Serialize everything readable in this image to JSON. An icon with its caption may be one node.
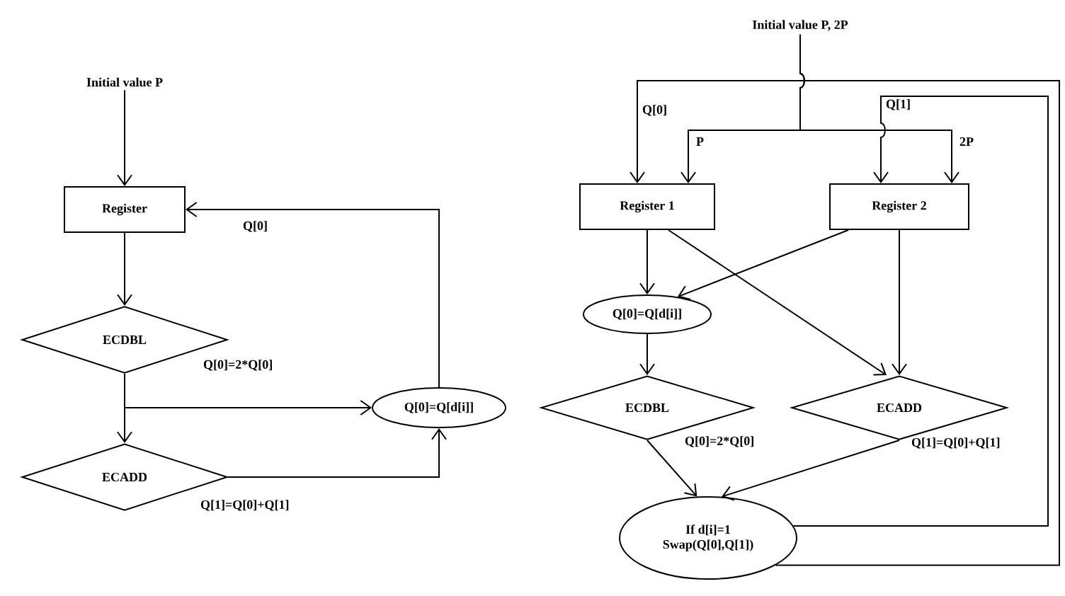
{
  "diagram": {
    "nodes": [
      {
        "text": [
          "Initial value P"
        ]
      },
      {
        "text": [
          "Register"
        ]
      },
      {
        "text": [
          "ECDBL"
        ],
        "beside": [
          "Q[0]=2*Q[0]"
        ]
      },
      {
        "text": [
          "ECADD"
        ],
        "beside": [
          "Q[1]=Q[0]+Q[1]"
        ]
      },
      {
        "text": [
          "Q[0]=Q[d[i]]"
        ]
      },
      {
        "text": [
          "Initial value P, 2P"
        ]
      },
      {
        "text": [
          "Register 1"
        ]
      },
      {
        "text": [
          "Register 2"
        ]
      },
      {
        "text": [
          "Q[0]=Q[d[i]]"
        ]
      },
      {
        "text": [
          "ECDBL"
        ],
        "beside": [
          "Q[0]=2*Q[0]"
        ]
      },
      {
        "text": [
          "ECADD"
        ],
        "beside": [
          "Q[1]=Q[0]+Q[1]"
        ]
      },
      {
        "text": [
          "If d[i]=1",
          "Swap(Q[0],Q[1])"
        ]
      }
    ],
    "edges": [
      {
        "from": 0,
        "to": 1,
        "arrow": "to"
      },
      {
        "from": 1,
        "to": 2,
        "arrow": "to"
      },
      {
        "from": 2,
        "to": 3,
        "arrow": "to"
      },
      {
        "from": 2,
        "to": 4,
        "arrow": "to"
      },
      {
        "from": 3,
        "to": 4,
        "arrow": "to"
      },
      {
        "from": 4,
        "to": 1,
        "arrow": "to",
        "label": "Q[0]"
      },
      {
        "from": 5,
        "to": 6,
        "arrow": "to",
        "label": "P"
      },
      {
        "from": 5,
        "to": 7,
        "arrow": "to",
        "label": "2P"
      },
      {
        "from": 11,
        "to": 6,
        "arrow": "to",
        "label": "Q[0]"
      },
      {
        "from": 11,
        "to": 7,
        "arrow": "to",
        "label": "Q[1]"
      },
      {
        "from": 6,
        "to": 8,
        "arrow": "to"
      },
      {
        "from": 7,
        "to": 8,
        "arrow": "to"
      },
      {
        "from": 6,
        "to": 10,
        "arrow": "to"
      },
      {
        "from": 7,
        "to": 10,
        "arrow": "to"
      },
      {
        "from": 8,
        "to": 9,
        "arrow": "to"
      },
      {
        "from": 9,
        "to": 11,
        "arrow": "to"
      },
      {
        "from": 10,
        "to": 11,
        "arrow": "to"
      }
    ]
  }
}
